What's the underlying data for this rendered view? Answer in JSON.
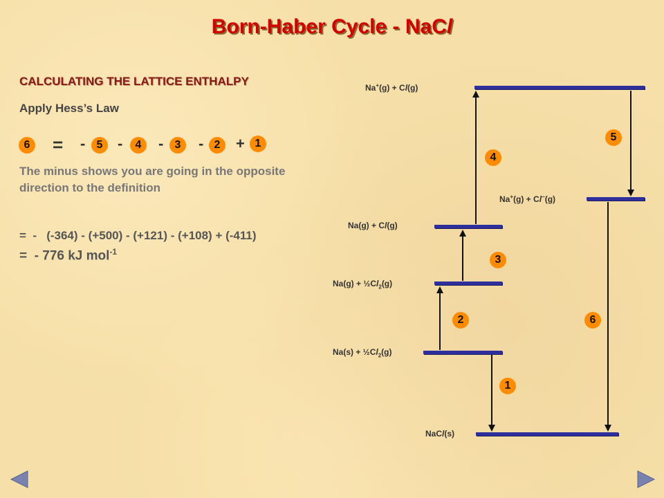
{
  "title": {
    "main": "Born-Haber Cycle - NaC",
    "italic": "l"
  },
  "left_panel": {
    "subheading": "CALCULATING THE LATTICE ENTHALPY",
    "hess_label": "Apply Hess’s Law",
    "equation": {
      "lhs_step": "6",
      "equals": "=",
      "terms": [
        {
          "sign": "-",
          "step": "5"
        },
        {
          "sign": "-",
          "step": "4"
        },
        {
          "sign": "-",
          "step": "3"
        },
        {
          "sign": "-",
          "step": "2"
        },
        {
          "sign": "+",
          "step": "1"
        }
      ]
    },
    "note": "The minus shows you are going in the opposite direction to the definition",
    "calc_line1": "=  -   (-364) - (+500) - (+121) - (+108) + (-411)",
    "calc_line2_main": "=  - 776 kJ mol",
    "calc_line2_sup": "-1"
  },
  "diagram": {
    "levels": [
      {
        "id": "na-ion-cl-atom",
        "label_html": "Na<sup>+</sup>(g)  +  C<i>l</i>(g)"
      },
      {
        "id": "na-ion-cl-ion",
        "label_html": "Na<sup>+</sup>(g)  +  C<i>l</i><sup>−</sup>(g)"
      },
      {
        "id": "na-atom-cl-atom",
        "label_html": "Na(g)  +  C<i>l</i>(g)"
      },
      {
        "id": "na-atom-half-cl2",
        "label_html": "Na(g)  +  ½C<i>l</i><sub>2</sub>(g)"
      },
      {
        "id": "na-solid-half-cl2",
        "label_html": "Na(s)  +  ½C<i>l</i><sub>2</sub>(g)"
      },
      {
        "id": "nacl-solid",
        "label_html": "NaC<i>l</i>(s)"
      }
    ],
    "step_badges": [
      "1",
      "2",
      "3",
      "4",
      "5",
      "6"
    ]
  },
  "navigation": {
    "prev": "previous-slide",
    "next": "next-slide"
  },
  "colors": {
    "title": "#d40000",
    "level_line": "#2e2f9c",
    "badge": "#ff8c00",
    "arrow": "#111111",
    "nav": "#7a82b0"
  }
}
